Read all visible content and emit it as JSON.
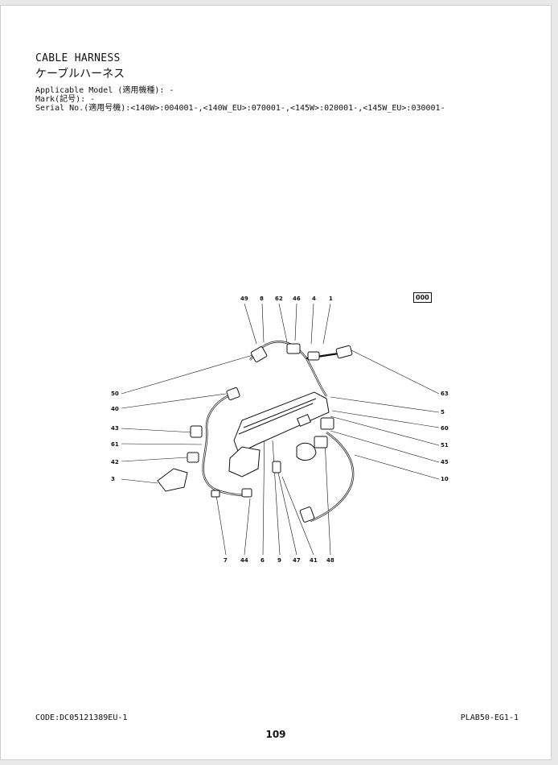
{
  "header": {
    "title_en": "CABLE HARNESS",
    "title_jp": "ケーブルハーネス",
    "applicable_model": "Applicable Model (適用機種): -",
    "mark": "Mark(記号): -",
    "serial_no": "Serial No.(適用号機):<140W>:004001-,<140W_EU>:070001-,<145W>:020001-,<145W_EU>:030001-"
  },
  "diagram": {
    "reference_box": "000",
    "callouts_top": [
      "49",
      "8",
      "62",
      "46",
      "4",
      "1"
    ],
    "callouts_left": [
      "50",
      "40",
      "43",
      "61",
      "42",
      "3"
    ],
    "callouts_right": [
      "63",
      "5",
      "60",
      "51",
      "45",
      "10"
    ],
    "callouts_bottom": [
      "7",
      "44",
      "6",
      "9",
      "47",
      "41",
      "48"
    ]
  },
  "footer": {
    "code": "CODE:DC05121389EU-1",
    "sheet": "PLAB50-EG1-1",
    "page_number": "109"
  },
  "colors": {
    "ink": "#111111",
    "paper": "#ffffff",
    "background": "#e9e9e9"
  }
}
